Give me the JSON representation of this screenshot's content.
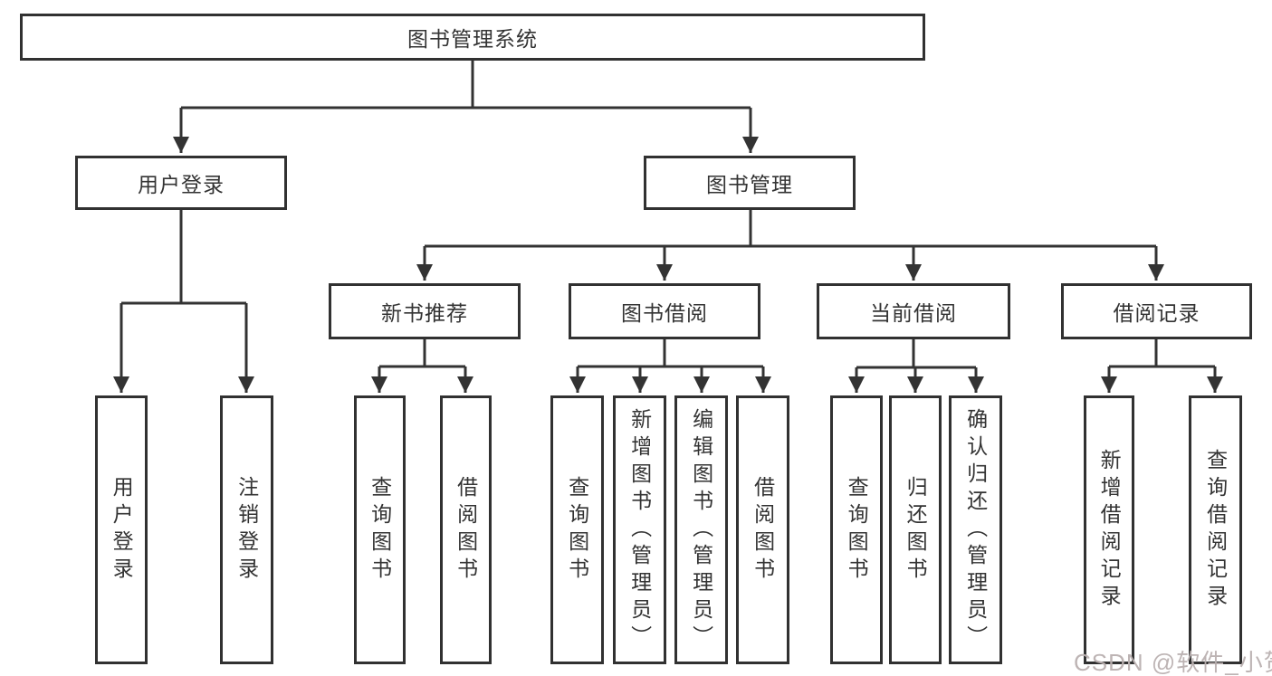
{
  "title": "图书管理系统",
  "nodes": {
    "user_login": {
      "label": "用户登录",
      "children": [
        "用户登录",
        "注销登录"
      ]
    },
    "book_management": {
      "label": "图书管理"
    },
    "new_book": {
      "label": "新书推荐",
      "children": [
        "查询图书",
        "借阅图书"
      ]
    },
    "book_borrow": {
      "label": "图书借阅",
      "children": [
        "查询图书",
        "新增图书（管理员）",
        "编辑图书（管理员）",
        "借阅图书"
      ]
    },
    "current_borrow": {
      "label": "当前借阅",
      "children": [
        "查询图书",
        "归还图书",
        "确认归还（管理员）"
      ]
    },
    "borrow_record": {
      "label": "借阅记录",
      "children": [
        "新增借阅记录",
        "查询借阅记录"
      ]
    }
  },
  "watermark": "CSDN @软件_小贺同学",
  "colors": {
    "line": "#333333",
    "box_border": "#313131",
    "text": "#333333",
    "watermark": "#b9b0b0",
    "background": "#ffffff"
  }
}
